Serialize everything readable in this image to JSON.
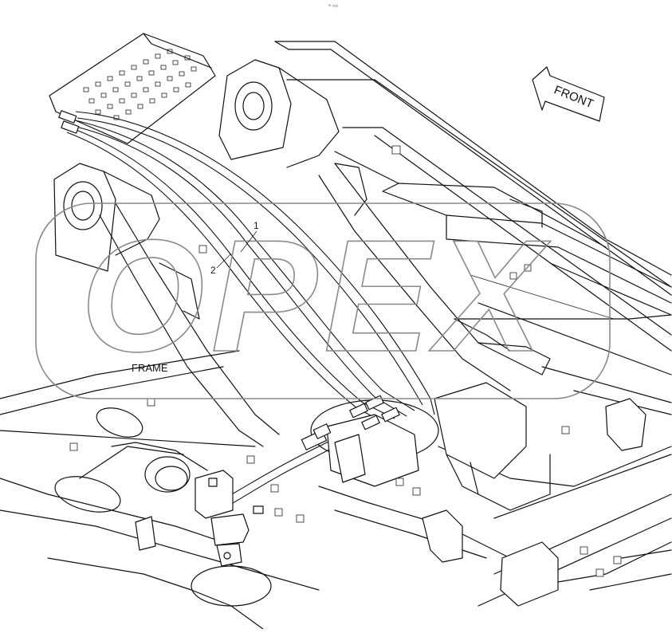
{
  "header": {
    "tiny_mark": "⁰ⁱ ᵒᵒᵒ"
  },
  "direction_label": "FRONT",
  "frame_label": "FRAME",
  "callouts": [
    {
      "id": "1"
    },
    {
      "id": "2"
    }
  ],
  "watermark": {
    "text": "OPEX",
    "color": "#8a8a8a"
  },
  "colors": {
    "line": "#111111",
    "background": "#ffffff"
  }
}
